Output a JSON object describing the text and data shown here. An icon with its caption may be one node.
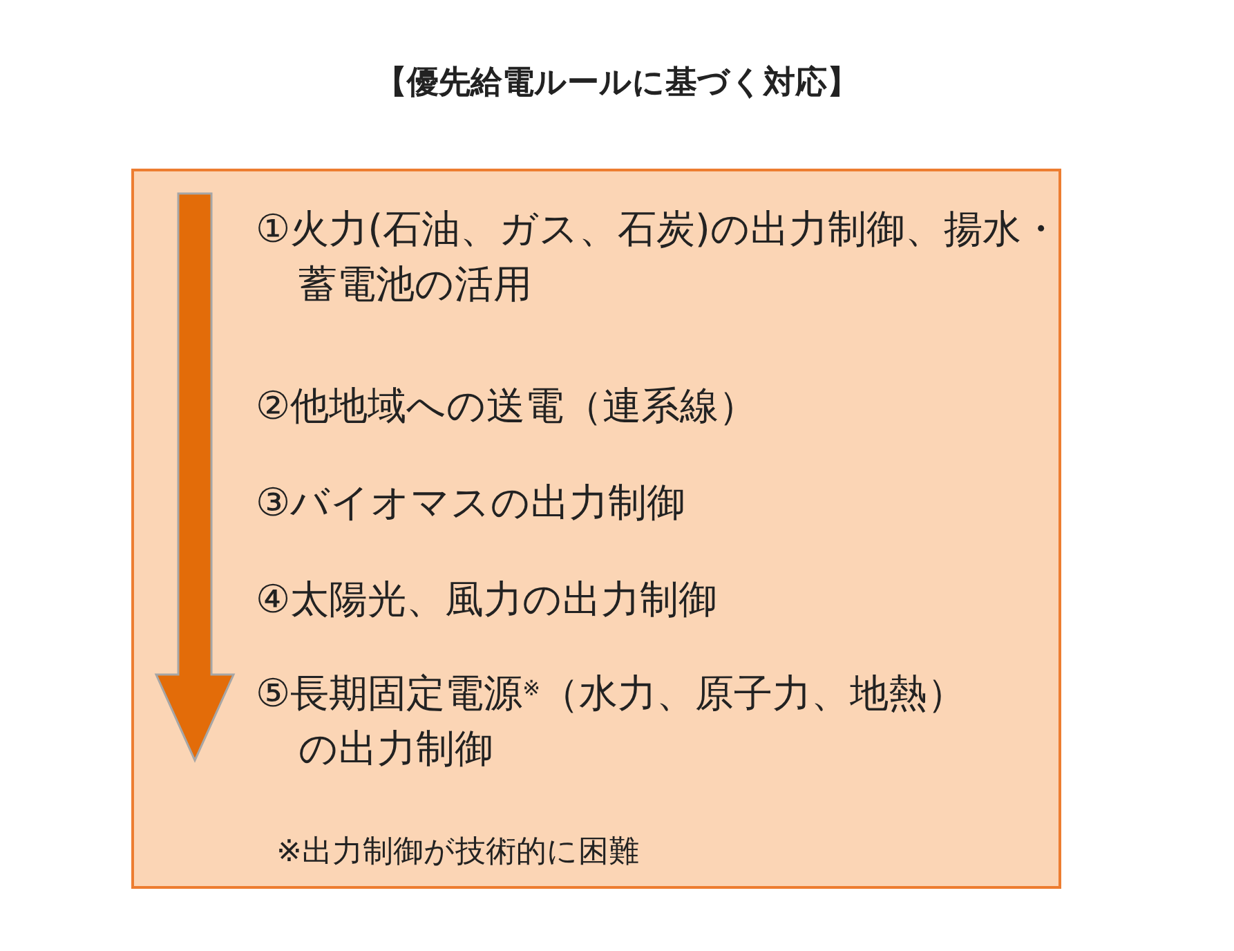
{
  "diagram": {
    "title": "【優先給電ルールに基づく対応】",
    "nodes": [
      {
        "text": [
          "①火力(石油、ガス、石炭)の出力制御、揚水・蓄電池の活用",
          "②他地域への送電（連系線）",
          "③バイオマスの出力制御",
          "④太陽光、風力の出力制御",
          "⑤長期固定電源$^{※}$（水力、原子力、地熱）の出力制御",
          "※出力制御が技術的に困難"
        ]
      }
    ]
  }
}
